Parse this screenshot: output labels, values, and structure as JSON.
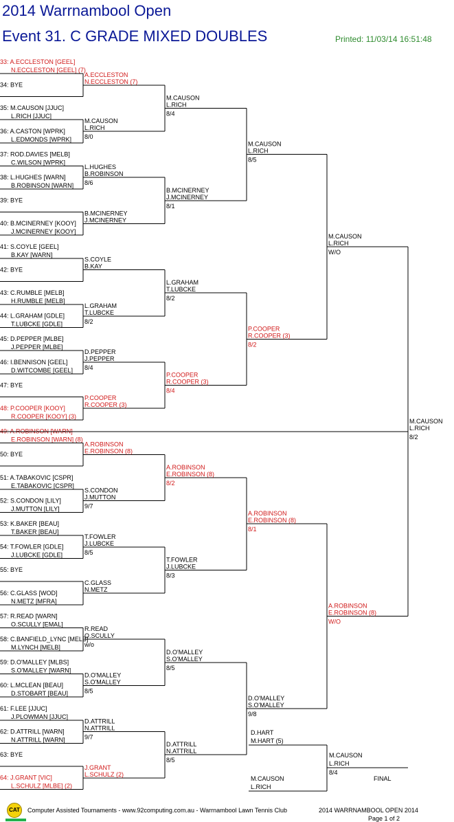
{
  "header": {
    "title": "2014 Warrnambool Open",
    "event": "Event 31. C GRADE MIXED DOUBLES",
    "printed": "Printed: 11/03/14 16:51:48"
  },
  "colors": {
    "title": "#0a1896",
    "printed": "#2e8b2e",
    "seed": "#d01818",
    "line": "#000000"
  },
  "round1": [
    {
      "num": "33:",
      "p1": "A.ECCLESTON [GEEL]",
      "p2": "N.ECCLESTON [GEEL] (7)",
      "seed": true
    },
    {
      "num": "34:",
      "p1": "BYE"
    },
    {
      "num": "35:",
      "p1": "M.CAUSON [JJUC]",
      "p2": "L.RICH [JJUC]"
    },
    {
      "num": "36:",
      "p1": "A.CASTON [WPRK]",
      "p2": "L.EDMONDS [WPRK]"
    },
    {
      "num": "37:",
      "p1": "ROD.DAVIES [MELB]",
      "p2": "C.WILSON [WPRK]"
    },
    {
      "num": "38:",
      "p1": "L.HUGHES [WARN]",
      "p2": "B.ROBINSON [WARN]"
    },
    {
      "num": "39:",
      "p1": "BYE"
    },
    {
      "num": "40:",
      "p1": "B.MCINERNEY [KOOY]",
      "p2": "J.MCINERNEY [KOOY]"
    },
    {
      "num": "41:",
      "p1": "S.COYLE [GEEL]",
      "p2": "B.KAY [WARN]"
    },
    {
      "num": "42:",
      "p1": "BYE"
    },
    {
      "num": "43:",
      "p1": "C.RUMBLE [MELB]",
      "p2": "H.RUMBLE [MELB]"
    },
    {
      "num": "44:",
      "p1": "L.GRAHAM [GDLE]",
      "p2": "T.LUBCKE [GDLE]"
    },
    {
      "num": "45:",
      "p1": "D.PEPPER [MLBE]",
      "p2": "J.PEPPER [MLBE]"
    },
    {
      "num": "46:",
      "p1": "I.BENNISON [GEEL]",
      "p2": "D.WITCOMBE [GEEL]"
    },
    {
      "num": "47:",
      "p1": "BYE"
    },
    {
      "num": "48:",
      "p1": "P.COOPER [KOOY]",
      "p2": "R.COOPER [KOOY] (3)",
      "seed": true
    },
    {
      "num": "49:",
      "p1": "A.ROBINSON [WARN]",
      "p2": "E.ROBINSON [WARN] (8)",
      "seed": true
    },
    {
      "num": "50:",
      "p1": "BYE"
    },
    {
      "num": "51:",
      "p1": "A.TABAKOVIC [CSPR]",
      "p2": "E.TABAKOVIC [CSPR]"
    },
    {
      "num": "52:",
      "p1": "S.CONDON [LILY]",
      "p2": "J.MUTTON [LILY]"
    },
    {
      "num": "53:",
      "p1": "K.BAKER [BEAU]",
      "p2": "T.BAKER [BEAU]"
    },
    {
      "num": "54:",
      "p1": "T.FOWLER [GDLE]",
      "p2": "J.LUBCKE [GDLE]"
    },
    {
      "num": "55:",
      "p1": "BYE"
    },
    {
      "num": "56:",
      "p1": "C.GLASS [WOD]",
      "p2": "N.METZ [MFRA]"
    },
    {
      "num": "57:",
      "p1": "R.READ [WARN]",
      "p2": "O.SCULLY [EMAL]"
    },
    {
      "num": "58:",
      "p1": "C.BANFIELD_LYNC [MELB]",
      "p2": "M.LYNCH [MELB]"
    },
    {
      "num": "59:",
      "p1": "D.O'MALLEY [MLBS]",
      "p2": "S.O'MALLEY [WARN]"
    },
    {
      "num": "60:",
      "p1": "L.MCLEAN [BEAU]",
      "p2": "D.STOBART [BEAU]"
    },
    {
      "num": "61:",
      "p1": "F.LEE [JJUC]",
      "p2": "J.PLOWMAN [JJUC]"
    },
    {
      "num": "62:",
      "p1": "D.ATTRILL [WARN]",
      "p2": "N.ATTRILL [WARN]"
    },
    {
      "num": "63:",
      "p1": "BYE"
    },
    {
      "num": "64:",
      "p1": "J.GRANT [VIC]",
      "p2": "L.SCHULZ [MLBE] (2)",
      "seed": true
    }
  ],
  "rounds": [
    [
      {
        "p1": "A.ECCLESTON",
        "p2": "N.ECCLESTON (7)",
        "score": "",
        "seed": true
      },
      {
        "p1": "M.CAUSON",
        "p2": "L.RICH",
        "score": "8/0"
      },
      {
        "p1": "L.HUGHES",
        "p2": "B.ROBINSON",
        "score": "8/6"
      },
      {
        "p1": "B.MCINERNEY",
        "p2": "J.MCINERNEY",
        "score": ""
      },
      {
        "p1": "S.COYLE",
        "p2": "B.KAY",
        "score": ""
      },
      {
        "p1": "L.GRAHAM",
        "p2": "T.LUBCKE",
        "score": "8/2"
      },
      {
        "p1": "D.PEPPER",
        "p2": "J.PEPPER",
        "score": "8/4"
      },
      {
        "p1": "P.COOPER",
        "p2": "R.COOPER (3)",
        "score": "",
        "seed": true
      },
      {
        "p1": "A.ROBINSON",
        "p2": "E.ROBINSON (8)",
        "score": "",
        "seed": true
      },
      {
        "p1": "S.CONDON",
        "p2": "J.MUTTON",
        "score": "9/7"
      },
      {
        "p1": "T.FOWLER",
        "p2": "J.LUBCKE",
        "score": "8/5"
      },
      {
        "p1": "C.GLASS",
        "p2": "N.METZ",
        "score": ""
      },
      {
        "p1": "R.READ",
        "p2": "O.SCULLY",
        "score": "w/o"
      },
      {
        "p1": "D.O'MALLEY",
        "p2": "S.O'MALLEY",
        "score": "8/5"
      },
      {
        "p1": "D.ATTRILL",
        "p2": "N.ATTRILL",
        "score": "9/7"
      },
      {
        "p1": "J.GRANT",
        "p2": "L.SCHULZ (2)",
        "score": "",
        "seed": true
      }
    ],
    [
      {
        "p1": "M.CAUSON",
        "p2": "L.RICH",
        "score": "8/4"
      },
      {
        "p1": "B.MCINERNEY",
        "p2": "J.MCINERNEY",
        "score": "8/1"
      },
      {
        "p1": "L.GRAHAM",
        "p2": "T.LUBCKE",
        "score": "8/2"
      },
      {
        "p1": "P.COOPER",
        "p2": "R.COOPER (3)",
        "score": "8/4",
        "seed": true
      },
      {
        "p1": "A.ROBINSON",
        "p2": "E.ROBINSON (8)",
        "score": "8/2",
        "seed": true
      },
      {
        "p1": "T.FOWLER",
        "p2": "J.LUBCKE",
        "score": "8/3"
      },
      {
        "p1": "D.O'MALLEY",
        "p2": "S.O'MALLEY",
        "score": "8/5"
      },
      {
        "p1": "D.ATTRILL",
        "p2": "N.ATTRILL",
        "score": "8/5"
      }
    ],
    [
      {
        "p1": "M.CAUSON",
        "p2": "L.RICH",
        "score": "8/5"
      },
      {
        "p1": "P.COOPER",
        "p2": "R.COOPER (3)",
        "score": "8/2",
        "seed": true
      },
      {
        "p1": "A.ROBINSON",
        "p2": "E.ROBINSON (8)",
        "score": "8/1",
        "seed": true
      },
      {
        "p1": "D.O'MALLEY",
        "p2": "S.O'MALLEY",
        "score": "9/8"
      }
    ],
    [
      {
        "p1": "M.CAUSON",
        "p2": "L.RICH",
        "score": "W/O"
      },
      {
        "p1": "A.ROBINSON",
        "p2": "E.ROBINSON (8)",
        "score": "W/O",
        "seed": true
      }
    ],
    [
      {
        "p1": "M.CAUSON",
        "p2": "L.RICH",
        "score": "8/2"
      }
    ]
  ],
  "final": {
    "top": {
      "p1": "D.HART",
      "p2": "M.HART (5)"
    },
    "bottom": {
      "p1": "M.CAUSON",
      "p2": "L.RICH"
    },
    "winner": {
      "p1": "M.CAUSON",
      "p2": "L.RICH",
      "score": "8/4"
    },
    "label": "FINAL"
  },
  "footer": {
    "logo": "CAT",
    "text": "Computer Assisted Tournaments - www.92computing.com.au  -  Warrnambool Lawn Tennis Club",
    "tournament": "2014 WARRNAMBOOL OPEN 2014",
    "page": "Page 1 of 2"
  }
}
